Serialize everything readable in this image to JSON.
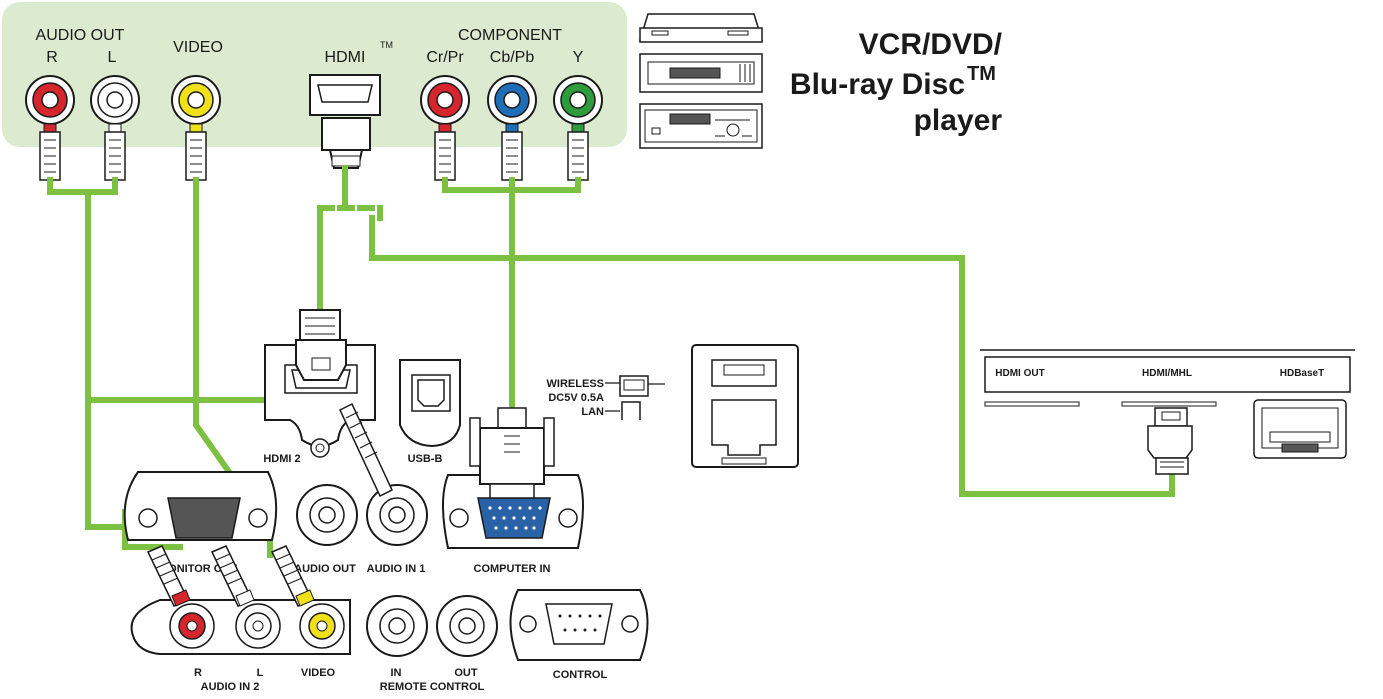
{
  "source_device": {
    "audio_out_label": "AUDIO OUT",
    "audio_r": "R",
    "audio_l": "L",
    "video_label": "VIDEO",
    "hdmi_label": "HDMI",
    "hdmi_tm": "TM",
    "component_label": "COMPONENT",
    "comp_cr": "Cr/Pr",
    "comp_cb": "Cb/Pb",
    "comp_y": "Y"
  },
  "player_title": {
    "line1": "VCR/DVD/",
    "line2": "Blu-ray Disc",
    "line2_tm": "TM",
    "line3": "player"
  },
  "projector_panel": {
    "hdmi2": "HDMI 2",
    "usb_b": "USB-B",
    "wireless": "WIRELESS",
    "dc5v": "DC5V 0.5A",
    "lan": "LAN",
    "monitor_out": "MONITOR OUT",
    "audio_out": "AUDIO OUT",
    "audio_in1": "AUDIO IN 1",
    "computer_in": "COMPUTER IN",
    "r": "R",
    "l": "L",
    "video": "VIDEO",
    "audio_in2": "AUDIO IN 2",
    "in": "IN",
    "out": "OUT",
    "remote_control": "REMOTE CONTROL",
    "control": "CONTROL"
  },
  "hdbaset_box": {
    "hdmi_out": "HDMI OUT",
    "hdmi_mhl": "HDMI/MHL",
    "hdbaset": "HDBaseT"
  },
  "colors": {
    "cable": "#7dc142",
    "panel_bg": "#dcebd0",
    "red": "#d4262c",
    "white": "#ffffff",
    "yellow": "#f0e01a",
    "blue": "#1e6fb8",
    "green": "#2e9c3c",
    "blue_port": "#2a62a8"
  }
}
